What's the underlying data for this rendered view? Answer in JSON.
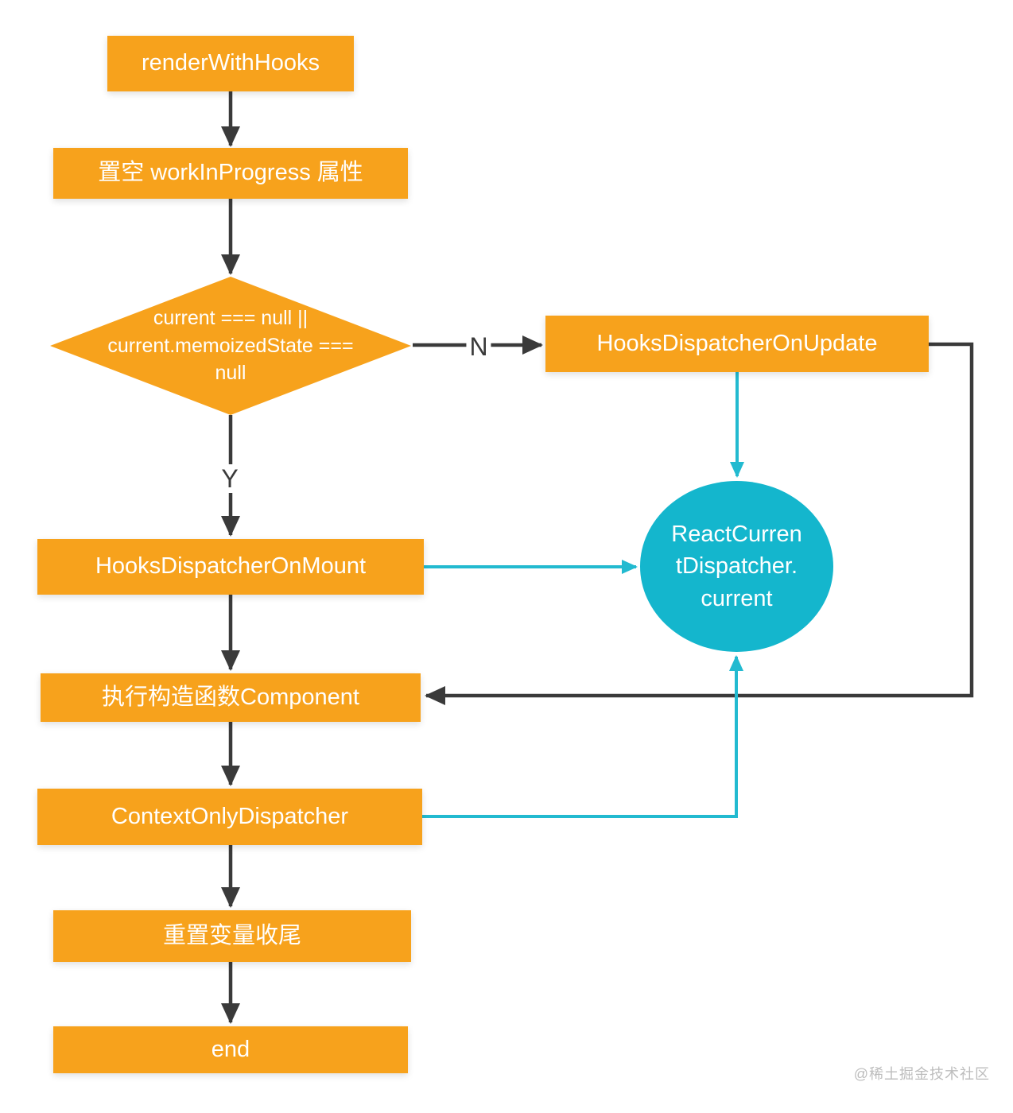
{
  "diagram": {
    "nodes": {
      "render_with_hooks": {
        "label": "renderWithHooks"
      },
      "clear_work_in_progress": {
        "label": "置空 workInProgress 属性"
      },
      "decision_current_null": {
        "label": "current === null ||\ncurrent.memoizedState ===\nnull"
      },
      "hooks_dispatcher_on_update": {
        "label": "HooksDispatcherOnUpdate"
      },
      "hooks_dispatcher_on_mount": {
        "label": "HooksDispatcherOnMount"
      },
      "react_current_dispatcher": {
        "label": "ReactCurren\ntDispatcher.\ncurrent"
      },
      "run_function_component": {
        "label": "执行构造函数Component"
      },
      "context_only_dispatcher": {
        "label": "ContextOnlyDispatcher"
      },
      "reset_variables": {
        "label": "重置变量收尾"
      },
      "end": {
        "label": "end"
      }
    },
    "edge_labels": {
      "no": "N",
      "yes": "Y"
    },
    "colors": {
      "node-orange": "#F7A21C",
      "circle-cyan": "#14B6CD",
      "edge-cyan": "#22BAD0",
      "edge-black": "#3A3A3A",
      "node-text": "#FFFFFF",
      "label-text": "#3A3A3A",
      "watermark-gray": "#BDBDBD"
    },
    "watermark": "@稀土掘金技术社区"
  }
}
